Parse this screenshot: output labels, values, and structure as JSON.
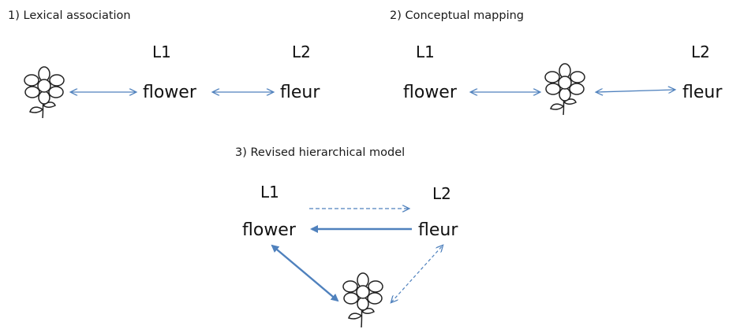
{
  "panel1": {
    "title": "1) Lexical association",
    "l1_label": "L1",
    "l2_label": "L2",
    "l1_word": "flower",
    "l2_word": "fleur",
    "concept_icon": "flower-icon"
  },
  "panel2": {
    "title": "2) Conceptual mapping",
    "l1_label": "L1",
    "l2_label": "L2",
    "l1_word": "flower",
    "l2_word": "fleur",
    "concept_icon": "flower-icon"
  },
  "panel3": {
    "title": "3) Revised hierarchical model",
    "l1_label": "L1",
    "l2_label": "L2",
    "l1_word": "flower",
    "l2_word": "fleur",
    "concept_icon": "flower-icon"
  },
  "colors": {
    "arrow": "#4f81bd",
    "text": "#111111",
    "icon_stroke": "#222222"
  }
}
